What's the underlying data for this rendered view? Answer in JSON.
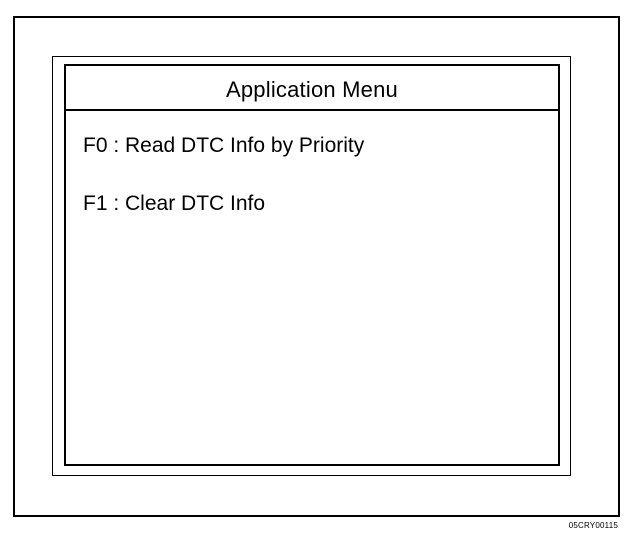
{
  "screen": {
    "title": "Application Menu",
    "menu_items": [
      {
        "key": "F0",
        "label": "F0 : Read DTC Info by Priority"
      },
      {
        "key": "F1",
        "label": "F1 : Clear DTC Info"
      }
    ]
  },
  "figure_code": "05CRY00115"
}
